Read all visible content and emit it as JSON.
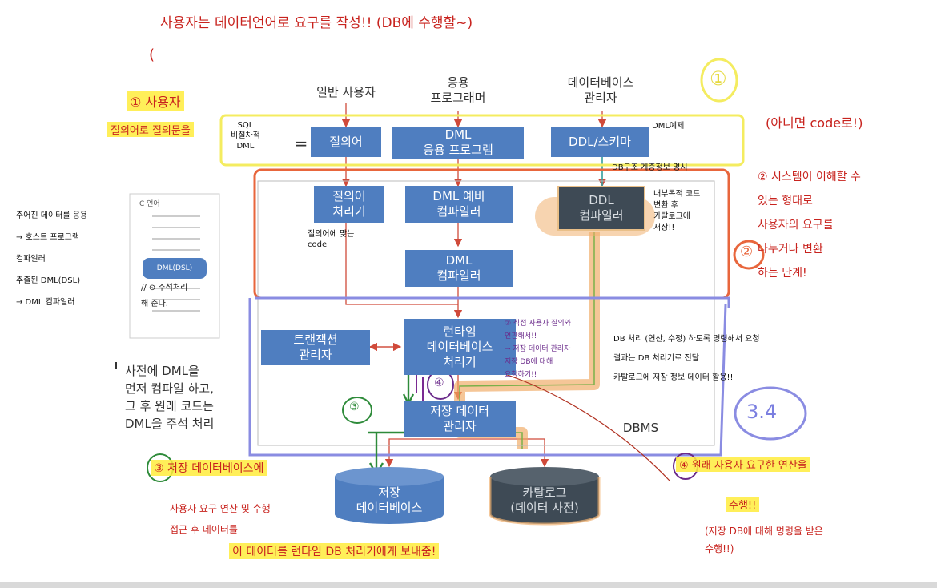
{
  "diagram": {
    "users": {
      "general": "일반 사용자",
      "app_programmer": "응용\n프로그래머",
      "dba": "데이터베이스\n관리자"
    },
    "boxes": {
      "query": "질의어",
      "dml_app": "DML\n응용 프로그램",
      "ddl_schema": "DDL/스키마",
      "query_processor": "질의어\n처리기",
      "dml_precompiler": "DML 예비\n컴파일러",
      "ddl_compiler": "DDL\n컴파일러",
      "dml_compiler": "DML\n컴파일러",
      "transaction_manager": "트랜잭션\n관리자",
      "runtime_db_processor": "런타임\n데이터베이스\n처리기",
      "stored_data_manager": "저장 데이터\n관리자",
      "stored_db": "저장\n데이터베이스",
      "catalog": "카탈로그\n(데이터 사전)"
    },
    "dbms_label": "DBMS",
    "equals": "=",
    "c_doc": {
      "title": "C 언어",
      "dml_box": "DML(DSL)"
    },
    "note": "사전에 DML을\n먼저 컴파일 하고,\n그 후 원래 코드는\nDML을 주석 처리",
    "colors": {
      "box_blue": "#4f7ec0",
      "box_dark": "#3e4a55",
      "ink_red": "#c8231e",
      "highlight_yellow": "#ffec3c",
      "frame_orange": "#e8663c",
      "frame_blue": "#7b7fe0",
      "ink_green": "#2e8b3a",
      "ink_purple": "#6a2a8a"
    }
  },
  "annotations": {
    "top_title": "사용자는 데이터언어로 요구를 작성!! (DB에 수행할~)",
    "a1": "① 사용자",
    "a1b": "질의어로 질의문을",
    "sql_label": "SQL\n비절차적\nDML",
    "circle1": "①",
    "right1": "(아니면 code로!)",
    "dml_note": "DML예제",
    "db_struct": "DB구조 계층정보 명시",
    "ddl_side": "내부목적 코드\n변환 후\n카탈로그에\n저장!!",
    "qp_note": "질의어에 맞는\ncode",
    "sys_note": "② 시스템이 이해할 수\n있는 형태로\n사용자의 요구를\n나누거나 변환\n하는 단계!",
    "circle2": "②",
    "left_note": "주어진 데이터를 응용\n→ 호스트 프로그램\n컴파일러\n추출된 DML(DSL)\n→ DML 컴파일러",
    "left_note2": "// ⊙ 주석처리\n해 준다.",
    "runtime_note": "② 직접 사용자 질의와\n연관해서!!\n→ 저장 데이터 관리자\n저장 DB에 대해\n요청하기!!",
    "right_mid": "DB 처리 (연산, 수정) 하도록 명령해서 요청\n결과는 DB 처리기로 전달\n카탈로그에 저장 정보 데이터 활용!!",
    "circle34": "3.4",
    "circle3a": "③",
    "circle4": "④",
    "n3": "③ 저장 데이터베이스에",
    "n3b": "사용자 요구 연산 및 수행\n접근 후 데이터를",
    "n3c": "이 데이터를 런타임 DB 처리기에게 보내줌!",
    "n4": "④ 원래 사용자 요구한 연산을",
    "n4b": "수행!!",
    "n4c": "(저장 DB에 대해 명령을 받은\n수행!!)",
    "paren": "("
  }
}
